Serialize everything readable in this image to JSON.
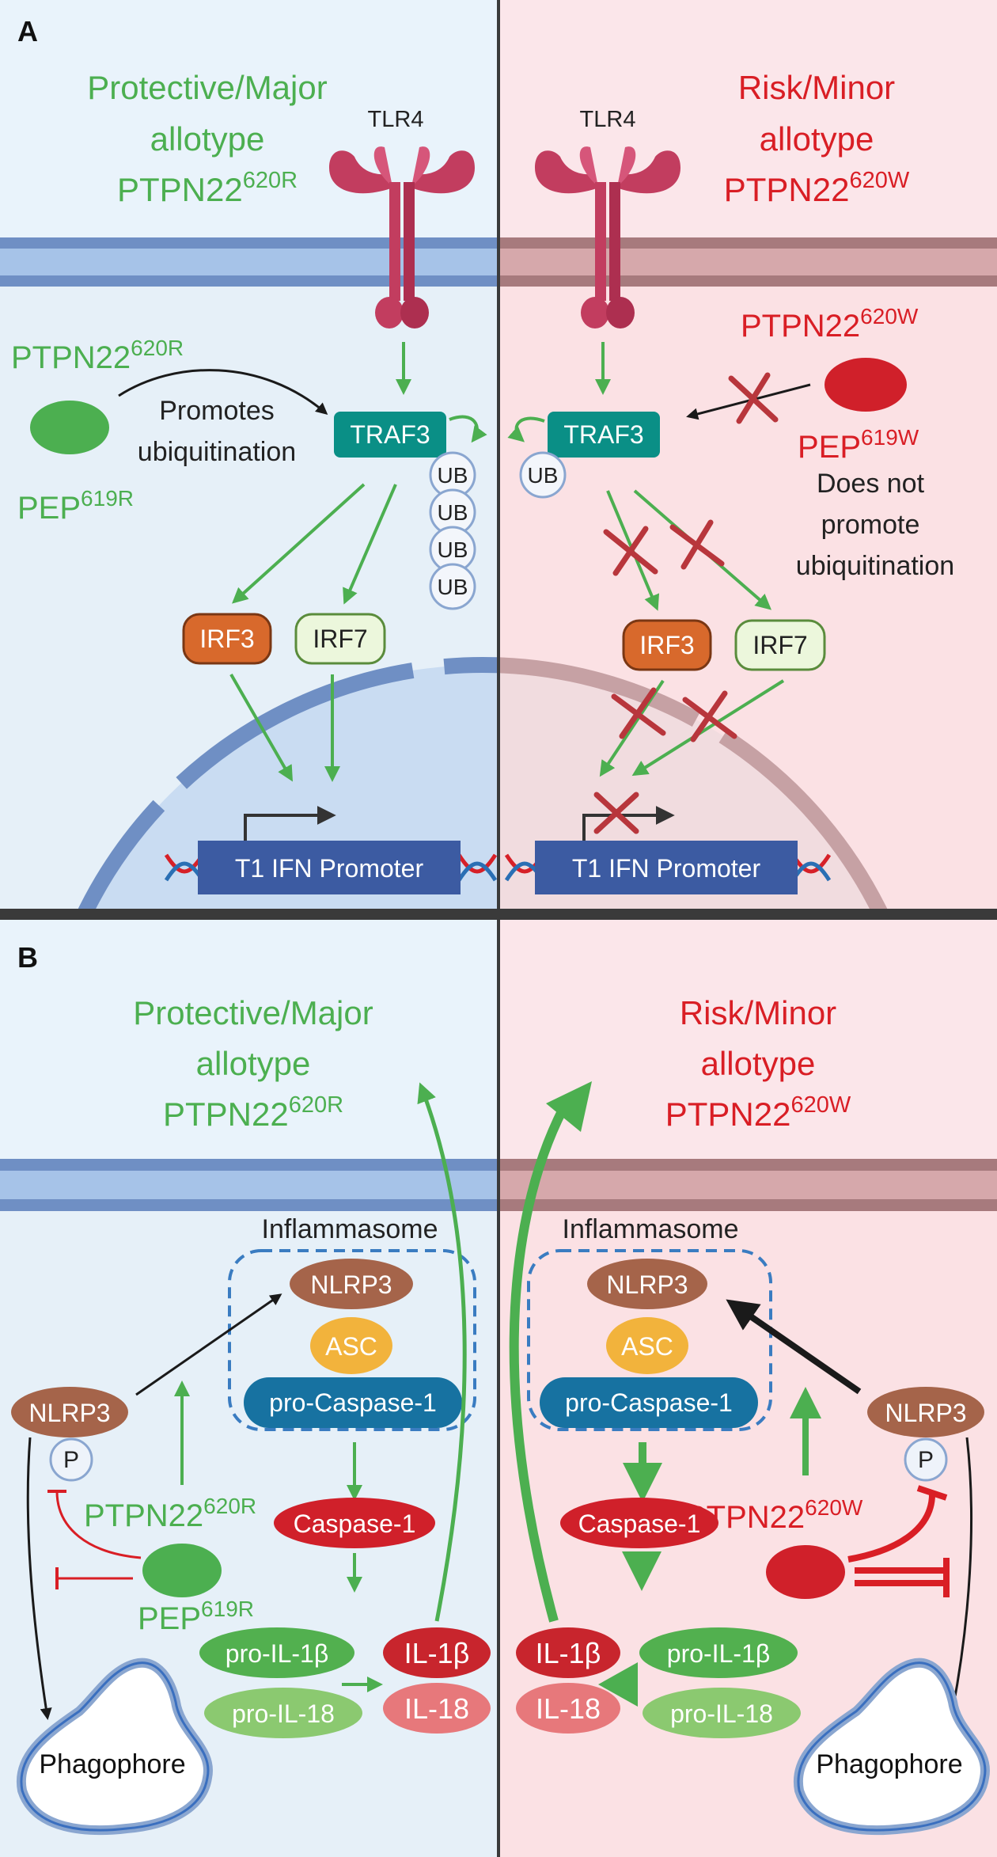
{
  "colors": {
    "protective_green": "#4caf50",
    "risk_red": "#d91e25",
    "left_bg": "#e9f3fb",
    "right_bg": "#fbe6ea",
    "traf3_teal": "#0a8f86",
    "irf3_orange": "#d8692c",
    "irf7_pale": "#ecf7dc",
    "promoter_blue": "#3c5ba2",
    "nlrp3_brown": "#a5644a",
    "asc_yellow": "#f2b33c",
    "procasp_blue": "#1772a1",
    "caspase_red": "#d0202a",
    "il_dark_red": "#c8252d",
    "il_light_red": "#e7787b",
    "pro_il_green": "#52b04f",
    "pro_il_light": "#8bc970",
    "cross_red": "#b8363c"
  },
  "panelA": {
    "letter": "A",
    "left_title": [
      "Protective/Major",
      "allotype"
    ],
    "left_title_base": "PTPN22",
    "left_title_sup": "620R",
    "right_title": [
      "Risk/Minor",
      "allotype"
    ],
    "right_title_base": "PTPN22",
    "right_title_sup": "620W",
    "tlr4_label": "TLR4",
    "left_ptpn_base": "PTPN22",
    "left_ptpn_sup": "620R",
    "left_pep_base": "PEP",
    "left_pep_sup": "619R",
    "promotes_text": [
      "Promotes",
      "ubiquitination"
    ],
    "right_ptpn_base": "PTPN22",
    "right_ptpn_sup": "620W",
    "right_pep_base": "PEP",
    "right_pep_sup": "619W",
    "not_promote_text": [
      "Does not",
      "promote",
      "ubiquitination"
    ],
    "traf3": "TRAF3",
    "ub": "UB",
    "irf3": "IRF3",
    "irf7": "IRF7",
    "promoter": "T1 IFN Promoter"
  },
  "panelB": {
    "letter": "B",
    "left_title": [
      "Protective/Major",
      "allotype"
    ],
    "left_title_base": "PTPN22",
    "left_title_sup": "620R",
    "right_title": [
      "Risk/Minor",
      "allotype"
    ],
    "right_title_base": "PTPN22",
    "right_title_sup": "620W",
    "inflammasome": "Inflammasome",
    "nlrp3": "NLRP3",
    "asc": "ASC",
    "pro_caspase": "pro-Caspase-1",
    "caspase": "Caspase-1",
    "pro_il1b": "pro-IL-1β",
    "pro_il18": "pro-IL-18",
    "il1b": "IL-1β",
    "il18": "IL-18",
    "p": "P",
    "left_ptpn_base": "PTPN22",
    "left_ptpn_sup": "620R",
    "left_pep_base": "PEP",
    "left_pep_sup": "619R",
    "right_ptpn_base": "PTPN22",
    "right_ptpn_sup": "620W",
    "phagophore": "Phagophore"
  }
}
